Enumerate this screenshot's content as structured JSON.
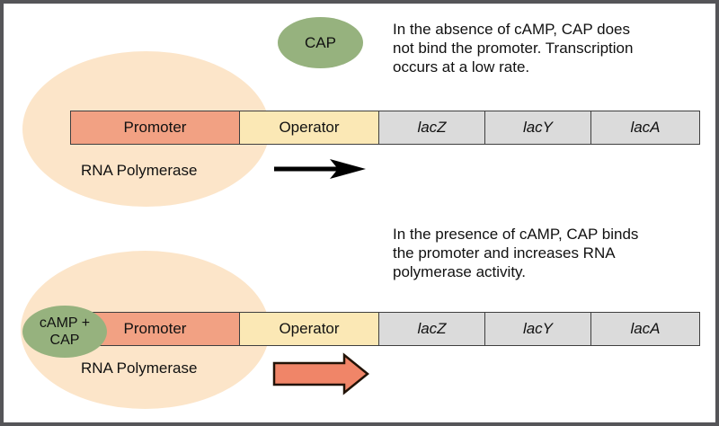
{
  "colors": {
    "frame": "#555558",
    "background": "#ffffff",
    "text": "#111111",
    "polymerase_ellipse": "#fce5c9",
    "cap_ellipse": "#96b27e",
    "promoter": "#f2a183",
    "operator": "#fbe8b5",
    "gene": "#dbdbdb",
    "box_border": "#3f3f3f",
    "arrow_black": "#000000",
    "arrow_orange_fill": "#f08568",
    "arrow_orange_stroke": "#221307"
  },
  "operon": {
    "segments": [
      {
        "label": "Promoter"
      },
      {
        "label": "Operator"
      },
      {
        "label": "lacZ"
      },
      {
        "label": "lacY"
      },
      {
        "label": "lacA"
      }
    ]
  },
  "top_panel": {
    "cap_label": "CAP",
    "caption_lines": [
      "In the absence of cAMP, CAP does",
      "not bind the promoter. Transcription",
      "occurs at a low rate."
    ],
    "polymerase_label": "RNA Polymerase"
  },
  "bottom_panel": {
    "cap_line1": "cAMP +",
    "cap_line2": "CAP",
    "caption_lines": [
      "In the presence of cAMP, CAP binds",
      "the promoter and increases RNA",
      "polymerase activity."
    ],
    "polymerase_label": "RNA Polymerase"
  }
}
